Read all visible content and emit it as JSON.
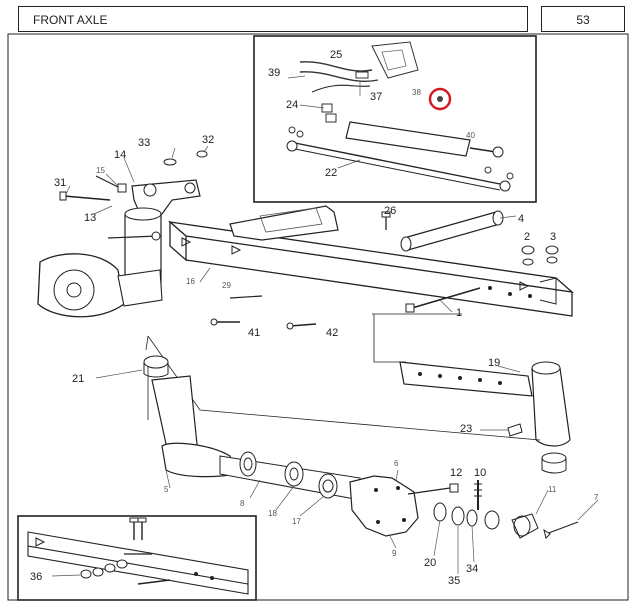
{
  "header": {
    "title": "FRONT AXLE",
    "page": "53"
  },
  "callouts": {
    "c1": "1",
    "c2": "2",
    "c3": "3",
    "c4": "4",
    "c5": "5",
    "c6": "6",
    "c7": "7",
    "c8": "8",
    "c9": "9",
    "c10": "10",
    "c11": "11",
    "c12": "12",
    "c13": "13",
    "c14": "14",
    "c15": "15",
    "c16": "16",
    "c17": "17",
    "c18": "18",
    "c19": "19",
    "c20": "20",
    "c21": "21",
    "c22": "22",
    "c23": "23",
    "c24": "24",
    "c25": "25",
    "c26": "26",
    "c29": "29",
    "c31": "31",
    "c32": "32",
    "c33": "33",
    "c34": "34",
    "c35": "35",
    "c36": "36",
    "c37": "37",
    "c38": "38",
    "c39": "39",
    "c40": "40",
    "c41": "41",
    "c42": "42"
  },
  "highlight": {
    "color": "#d4161f"
  },
  "colors": {
    "line": "#222222",
    "fill": "#ffffff",
    "light": "#bbbbbb"
  }
}
